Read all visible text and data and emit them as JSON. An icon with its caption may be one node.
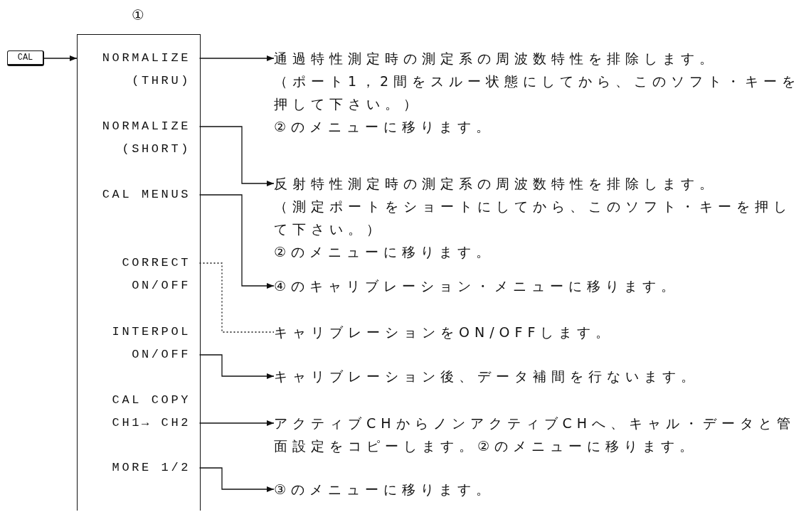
{
  "diagram": {
    "nodes": [
      {
        "text": [
          "CAL"
        ]
      },
      {
        "text": [
          "①"
        ]
      },
      {
        "text": [
          "NORMALIZE (THRU)"
        ],
        "in": 1
      },
      {
        "text": [
          "NORMALIZE (SHORT)"
        ],
        "in": 1
      },
      {
        "text": [
          "CAL MENUS"
        ],
        "in": 1
      },
      {
        "text": [
          "CORRECT ON/OFF"
        ],
        "in": 1
      },
      {
        "text": [
          "INTERPOL ON/OFF"
        ],
        "in": 1
      },
      {
        "text": [
          "CAL COPY CH1→ CH2"
        ],
        "in": 1
      },
      {
        "text": [
          "MORE 1/2"
        ],
        "in": 1
      },
      {
        "text": [
          "通過特性測定時の測定系の周波数特性を排除します。",
          "（ポート1，2間をスルー状態にしてから、このソフト・キーを押して下さい。）",
          "②のメニューに移ります。"
        ]
      },
      {
        "text": [
          "反射特性測定時の測定系の周波数特性を排除します。",
          "（測定ポートをショートにしてから、このソフト・キーを押して下さい。）",
          "②のメニューに移ります。"
        ]
      },
      {
        "text": [
          "④のキャリブレーション・メニューに移ります。"
        ]
      },
      {
        "text": [
          "キャリブレーションをON/OFFします。"
        ]
      },
      {
        "text": [
          "キャリブレーション後、データ補間を行ないます。"
        ]
      },
      {
        "text": [
          "アクティブCHからノンアクティブCHへ、キャル・データと管面設定をコピーします。②のメニューに移ります。"
        ]
      },
      {
        "text": [
          "③のメニューに移ります。"
        ]
      }
    ],
    "edges": [
      {
        "from": 0,
        "to": 1,
        "arrow": "to"
      },
      {
        "from": 2,
        "to": 9,
        "arrow": "to"
      },
      {
        "from": 3,
        "to": 10,
        "arrow": "to"
      },
      {
        "from": 4,
        "to": 11,
        "arrow": "to"
      },
      {
        "from": 5,
        "to": 12,
        "arrow": "none",
        "style": "dashed"
      },
      {
        "from": 6,
        "to": 13,
        "arrow": "to"
      },
      {
        "from": 7,
        "to": 14,
        "arrow": "to"
      },
      {
        "from": 8,
        "to": 15,
        "arrow": "to"
      }
    ]
  }
}
